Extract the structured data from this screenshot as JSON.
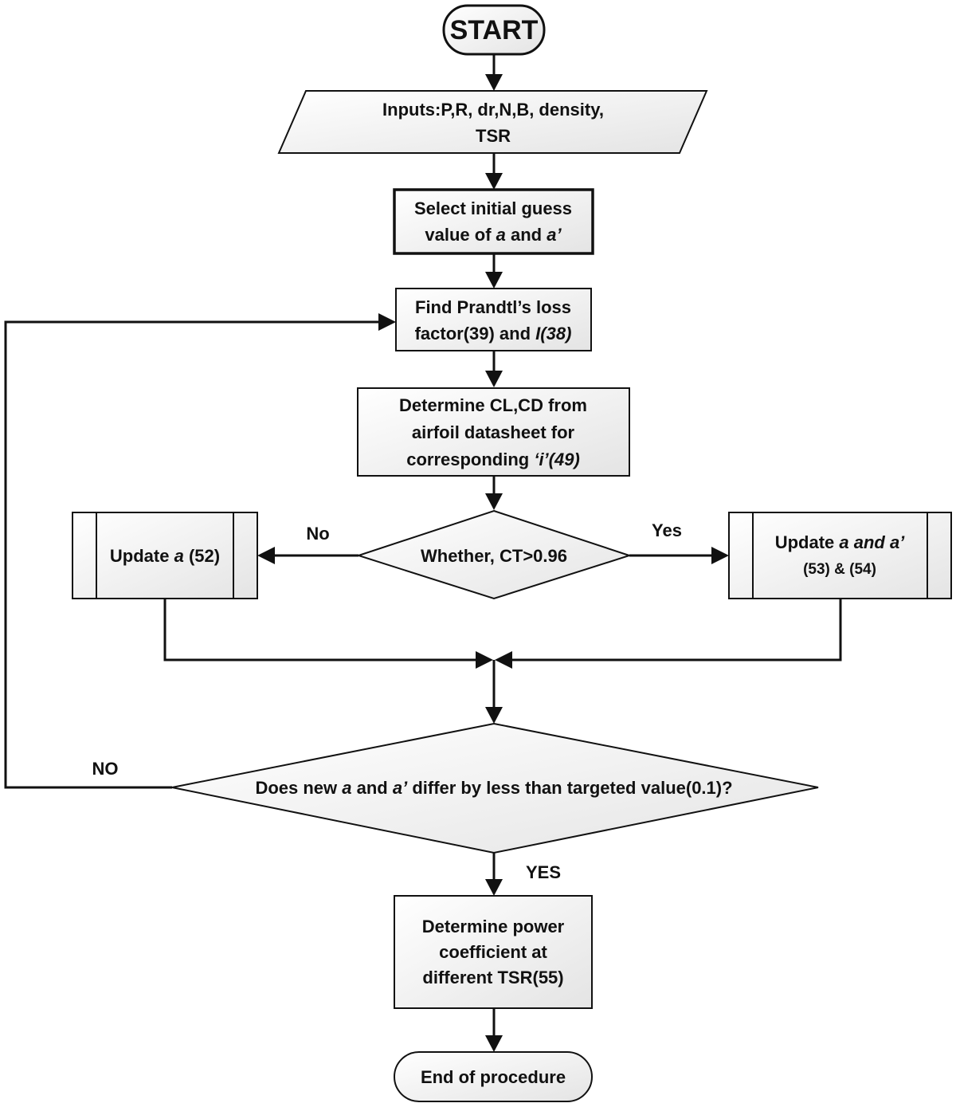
{
  "flowchart": {
    "start": "START",
    "inputs": {
      "line1": "Inputs:P,R, dr,N,B, density,",
      "line2": "TSR"
    },
    "initial_guess": {
      "line1": "Select initial guess",
      "line2_pre": "value of ",
      "line2_a": "a",
      "line2_mid": " and ",
      "line2_a2": "a’"
    },
    "prandtl": {
      "line1": "Find Prandtl’s loss",
      "line2_pre": "factor(39) and ",
      "line2_italic": "I(38)"
    },
    "cl_cd": {
      "line1": "Determine CL,CD from",
      "line2": "airfoil datasheet for",
      "line3_pre": "corresponding ",
      "line3_italic": "‘i’(49)"
    },
    "ct_decision": "Whether, CT>0.96",
    "ct_no_label": "No",
    "ct_yes_label": "Yes",
    "update_a": {
      "pre": "Update ",
      "italic": "a",
      "post": " (52)"
    },
    "update_a_a2": {
      "pre": "Update ",
      "italic": "a and a’",
      "line2": "(53) & (54)"
    },
    "converge_decision": {
      "pre": "Does new ",
      "a": "a",
      "mid": " and ",
      "a2": "a’",
      "post": " differ by less than targeted value(0.1)?"
    },
    "converge_no_label": "NO",
    "converge_yes_label": "YES",
    "power": {
      "line1": "Determine power",
      "line2": "coefficient at",
      "line3": "different TSR(55)"
    },
    "end": "End of procedure"
  }
}
